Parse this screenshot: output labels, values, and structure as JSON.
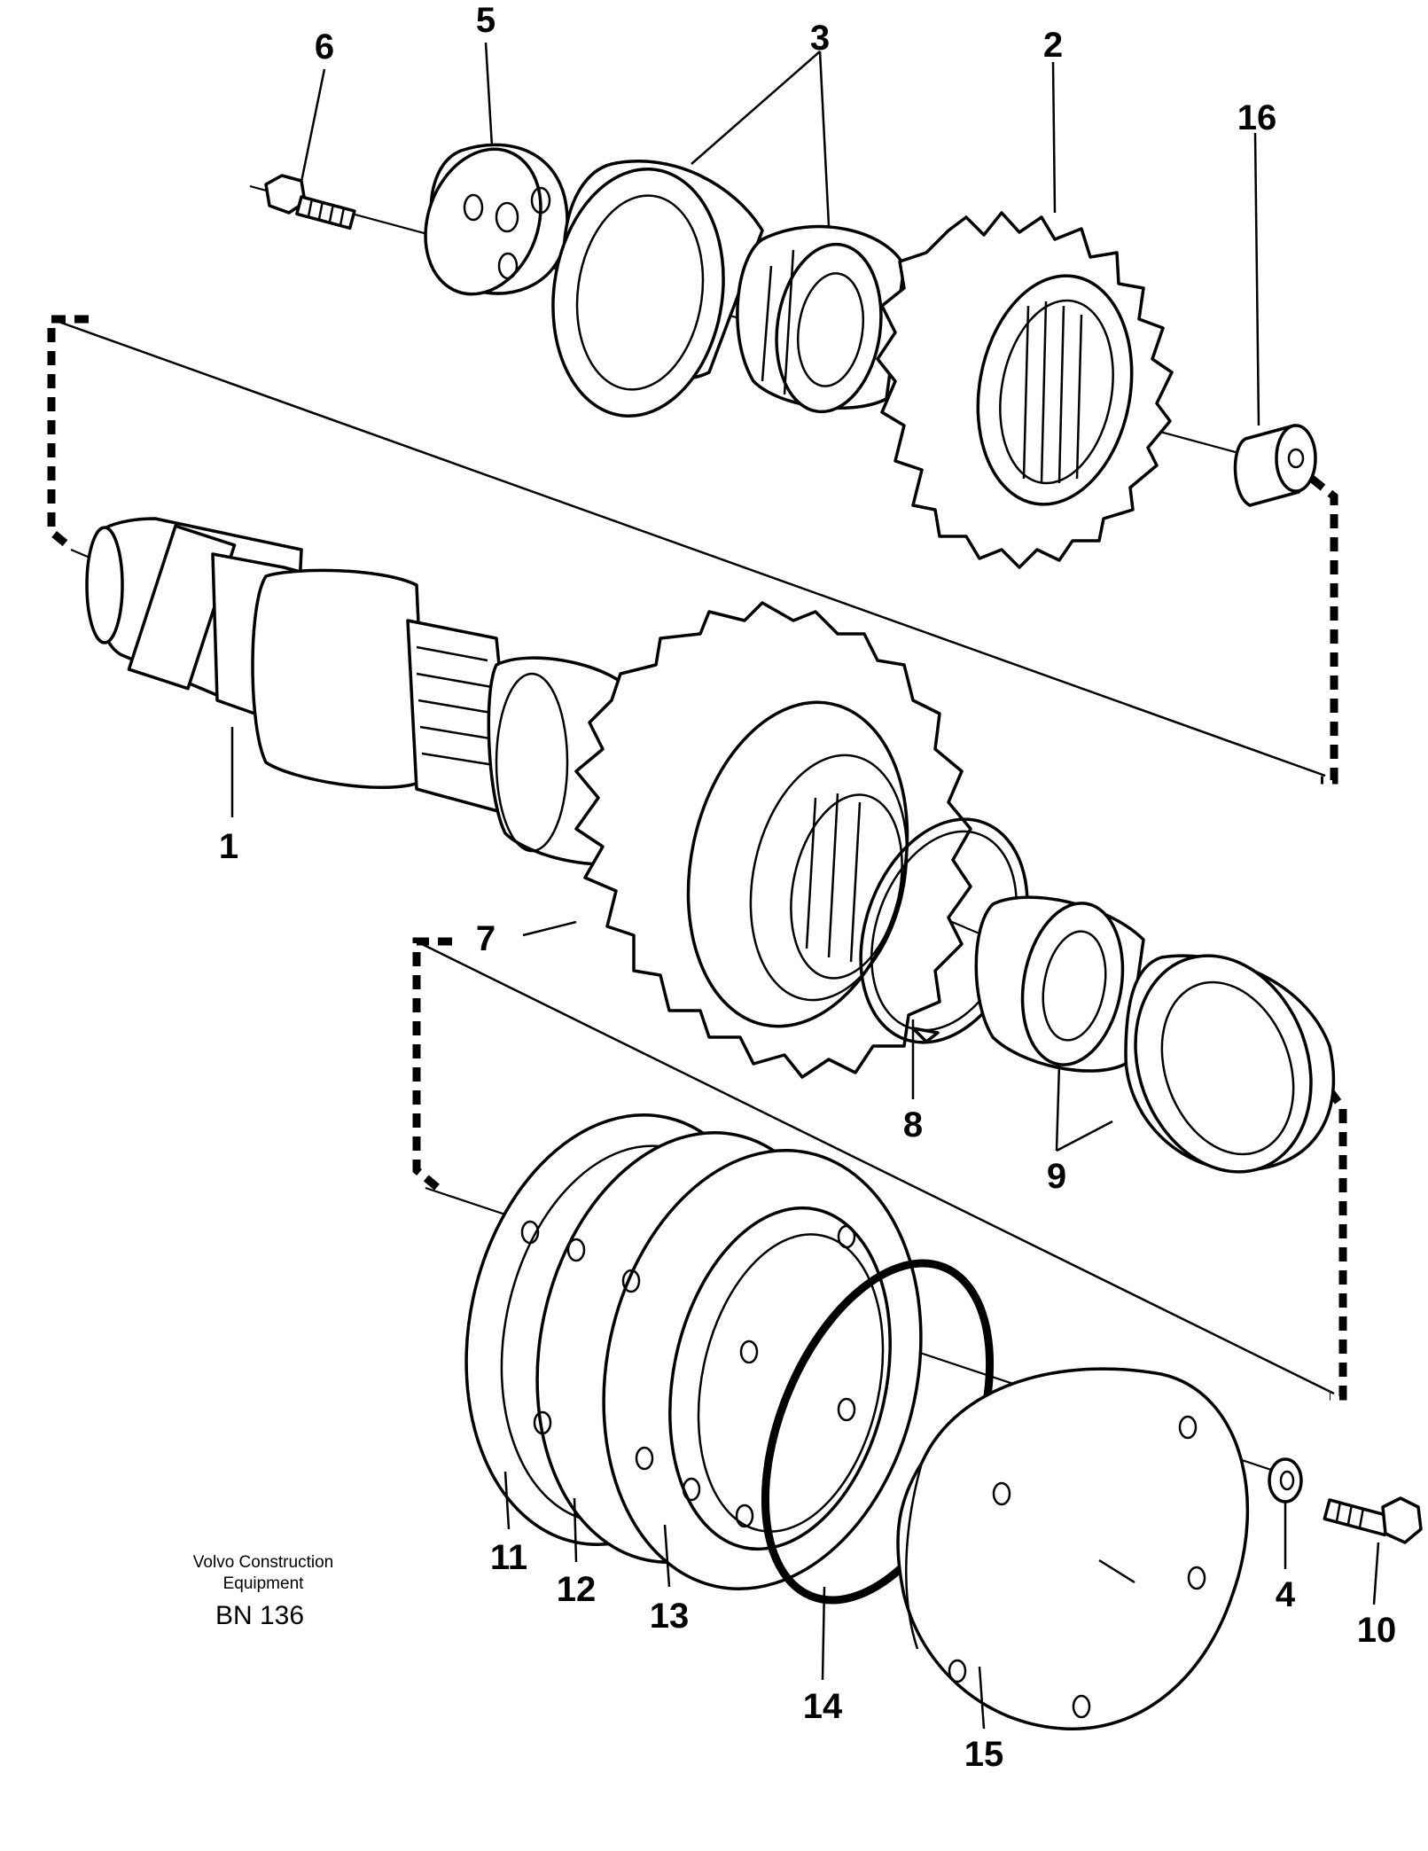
{
  "callouts": [
    "1",
    "2",
    "3",
    "4",
    "5",
    "6",
    "7",
    "8",
    "9",
    "10",
    "11",
    "12",
    "13",
    "14",
    "15",
    "16"
  ],
  "credit": {
    "line1": "Volvo Construction",
    "line2": "Equipment",
    "code": "BN 136"
  }
}
